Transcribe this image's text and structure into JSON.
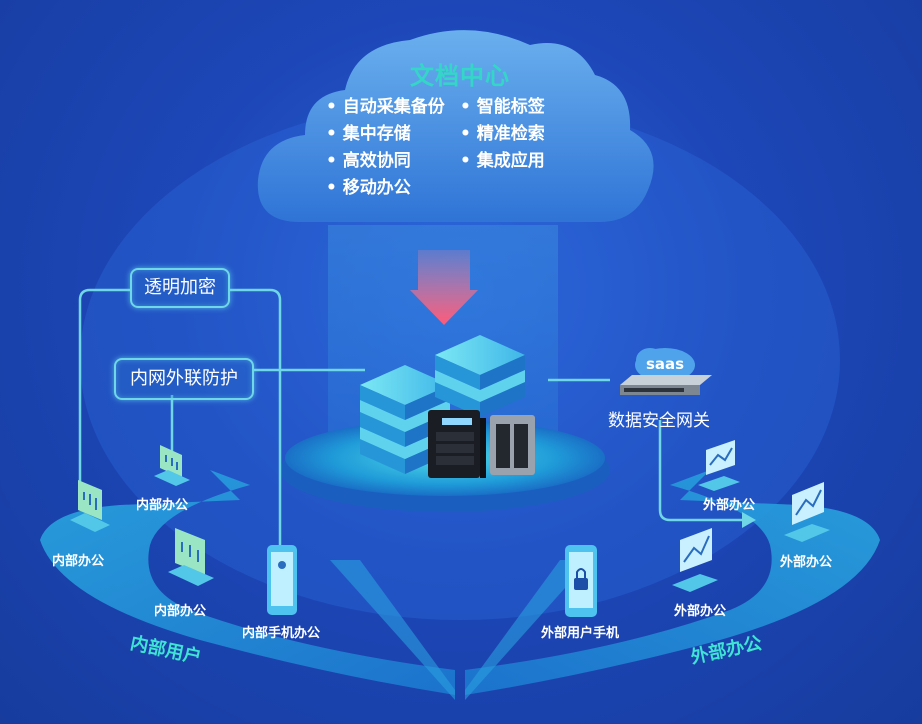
{
  "cloud": {
    "title": "文档中心",
    "features": [
      "自动采集备份",
      "智能标签",
      "集中存储",
      "精准检索",
      "高效协同",
      "集成应用",
      "移动办公"
    ]
  },
  "labels": {
    "transparent_encryption": "透明加密",
    "intranet_protection": "内网外联防护",
    "gateway": "数据安全网关",
    "saas": "saas"
  },
  "internal": {
    "office_1": "内部办公",
    "office_2": "内部办公",
    "office_3": "内部办公",
    "mobile": "内部手机办公",
    "arc": "内部用户"
  },
  "external": {
    "office_1": "外部办公",
    "office_2": "外部办公",
    "office_3": "外部办公",
    "mobile": "外部用户手机",
    "arc": "外部办公"
  }
}
